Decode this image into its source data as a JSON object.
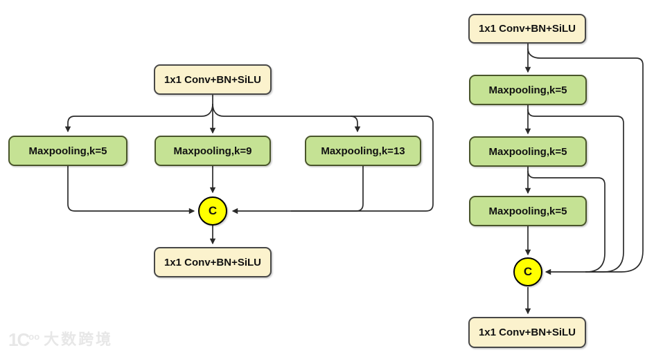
{
  "colors": {
    "conv-fill": "#FBF2CD",
    "conv-border": "#474747",
    "pool-fill": "#C5E294",
    "pool-border": "#49552A",
    "concat-fill": "#FFFF00",
    "concat-border": "#000000",
    "line-color": "#2A2A2A",
    "watermark-color": "#E7E7E7"
  },
  "left_diagram": {
    "conv_top": "1x1 Conv+BN+SiLU",
    "pools": [
      "Maxpooling,k=5",
      "Maxpooling,k=9",
      "Maxpooling,k=13"
    ],
    "concat": "C",
    "conv_bottom": "1x1 Conv+BN+SiLU"
  },
  "right_diagram": {
    "conv_top": "1x1 Conv+BN+SiLU",
    "pools": [
      "Maxpooling,k=5",
      "Maxpooling,k=5",
      "Maxpooling,k=5"
    ],
    "concat": "C",
    "conv_bottom": "1x1 Conv+BN+SiLU"
  },
  "watermark": {
    "logo": "1C",
    "logo_superscript": "oo",
    "text": "大数跨境"
  }
}
